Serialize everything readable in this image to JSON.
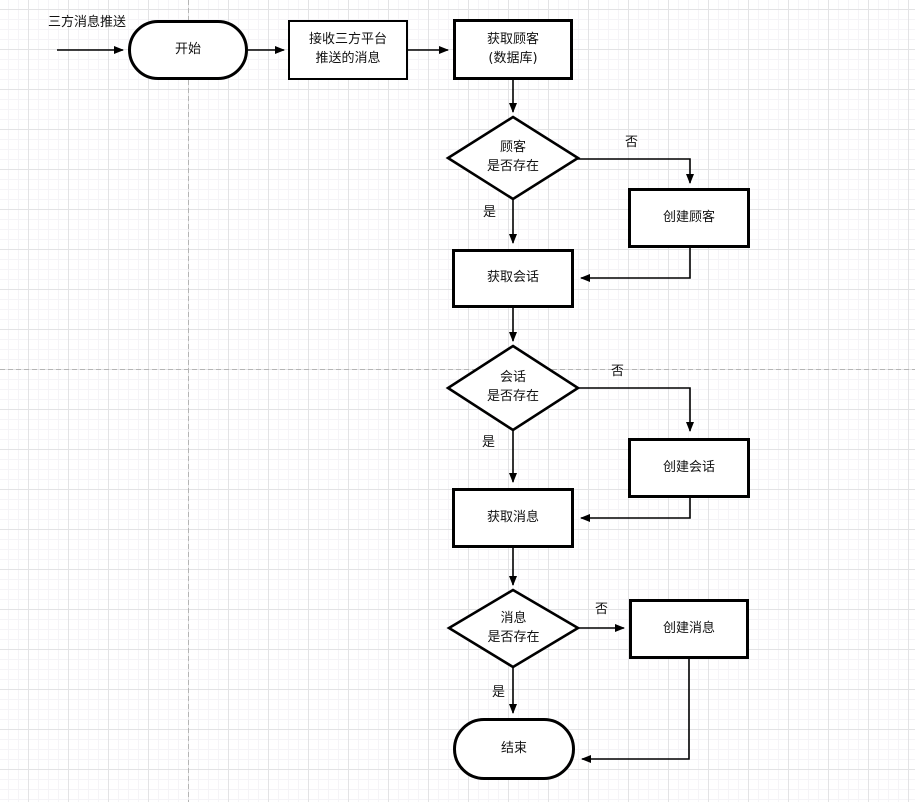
{
  "canvas": {
    "title": "三方消息推送",
    "colors": {
      "shape_stroke": "#000000",
      "shape_fill": "#ffffff",
      "grid_major": "#e3e3e5",
      "grid_minor": "#f5f4f7",
      "page_divider": "#b5b5b5",
      "text": "#111111"
    }
  },
  "nodes": {
    "start": {
      "label": "开始",
      "type": "terminator"
    },
    "receive": {
      "label": "接收三方平台\n推送的消息",
      "type": "process"
    },
    "get_customer": {
      "label": "获取顾客\n(数据库)",
      "type": "process"
    },
    "customer_exists": {
      "label": "顾客\n是否存在",
      "type": "decision"
    },
    "create_customer": {
      "label": "创建顾客",
      "type": "process"
    },
    "get_session": {
      "label": "获取会话",
      "type": "process"
    },
    "session_exists": {
      "label": "会话\n是否存在",
      "type": "decision"
    },
    "create_session": {
      "label": "创建会话",
      "type": "process"
    },
    "get_message": {
      "label": "获取消息",
      "type": "process"
    },
    "message_exists": {
      "label": "消息\n是否存在",
      "type": "decision"
    },
    "create_message": {
      "label": "创建消息",
      "type": "process"
    },
    "end": {
      "label": "结束",
      "type": "terminator"
    }
  },
  "edge_labels": {
    "yes1": "是",
    "no1": "否",
    "yes2": "是",
    "no2": "否",
    "yes3": "是",
    "no3": "否"
  }
}
